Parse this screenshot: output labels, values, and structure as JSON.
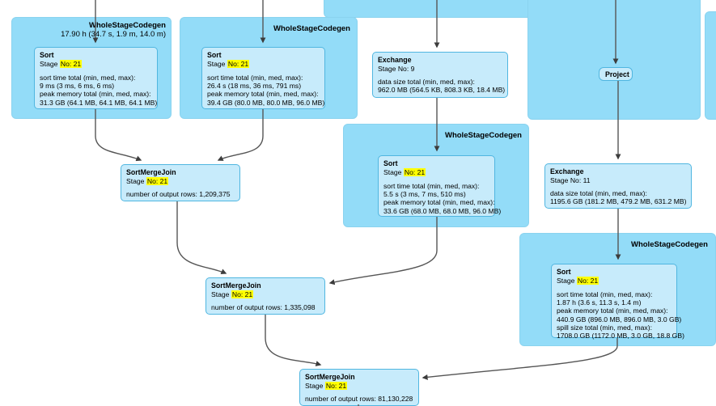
{
  "diagram": {
    "kind": "spark-sql-query-execution-dag",
    "colors": {
      "cluster_fill": "#93dcf8",
      "node_fill": "#c7ebfb",
      "node_border": "#50b6e0",
      "highlight": "#ffff00",
      "edge": "#3c3c3c"
    }
  },
  "clusters": [
    {
      "id": "wsc-left",
      "label": "WholeStageCodegen",
      "metric": "17.90 h (34.7 s, 1.9 m, 14.0 m)"
    },
    {
      "id": "wsc-second",
      "label": "WholeStageCodegen",
      "metric": ""
    },
    {
      "id": "wsc-middle",
      "label": "WholeStageCodegen",
      "metric": ""
    },
    {
      "id": "wsc-right-bottom",
      "label": "WholeStageCodegen",
      "metric": ""
    }
  ],
  "nodes": {
    "sort_left": {
      "title": "Sort",
      "stage_prefix": "Stage ",
      "stage_value": "No: 21",
      "metrics": "sort time total (min, med, max):\n9 ms (3 ms, 6 ms, 6 ms)\npeak memory total (min, med, max):\n31.3 GB (64.1 MB, 64.1 MB, 64.1 MB)"
    },
    "sort_second": {
      "title": "Sort",
      "stage_prefix": "Stage ",
      "stage_value": "No: 21",
      "metrics": "sort time total (min, med, max):\n26.4 s (18 ms, 36 ms, 791 ms)\npeak memory total (min, med, max):\n39.4 GB (80.0 MB, 80.0 MB, 96.0 MB)"
    },
    "exchange_9": {
      "title": "Exchange",
      "stage_prefix": "Stage No: 9",
      "stage_value": "",
      "metrics": "data size total (min, med, max):\n962.0 MB (564.5 KB, 808.3 KB, 18.4 MB)"
    },
    "project": {
      "title": "Project",
      "stage_prefix": "",
      "stage_value": "",
      "metrics": ""
    },
    "sort_middle": {
      "title": "Sort",
      "stage_prefix": "Stage ",
      "stage_value": "No: 21",
      "metrics": "sort time total (min, med, max):\n5.5 s (3 ms, 7 ms, 510 ms)\npeak memory total (min, med, max):\n33.6 GB (68.0 MB, 68.0 MB, 96.0 MB)"
    },
    "exchange_11": {
      "title": "Exchange",
      "stage_prefix": "Stage No: 11",
      "stage_value": "",
      "metrics": "data size total (min, med, max):\n1195.6 GB (181.2 MB, 479.2 MB, 631.2 MB)"
    },
    "sort_right_bottom": {
      "title": "Sort",
      "stage_prefix": "Stage ",
      "stage_value": "No: 21",
      "metrics": "sort time total (min, med, max):\n1.87 h (3.6 s, 11.3 s, 1.4 m)\npeak memory total (min, med, max):\n440.9 GB (896.0 MB, 896.0 MB, 3.0 GB)\nspill size total (min, med, max):\n1708.0 GB (1172.0 MB, 3.0 GB, 18.8 GB)"
    },
    "smj_top": {
      "title": "SortMergeJoin",
      "stage_prefix": "Stage ",
      "stage_value": "No: 21",
      "metrics": "number of output rows: 1,209,375"
    },
    "smj_middle": {
      "title": "SortMergeJoin",
      "stage_prefix": "Stage ",
      "stage_value": "No: 21",
      "metrics": "number of output rows: 1,335,098"
    },
    "smj_bottom": {
      "title": "SortMergeJoin",
      "stage_prefix": "Stage ",
      "stage_value": "No: 21",
      "metrics": "number of output rows: 81,130,228"
    }
  }
}
